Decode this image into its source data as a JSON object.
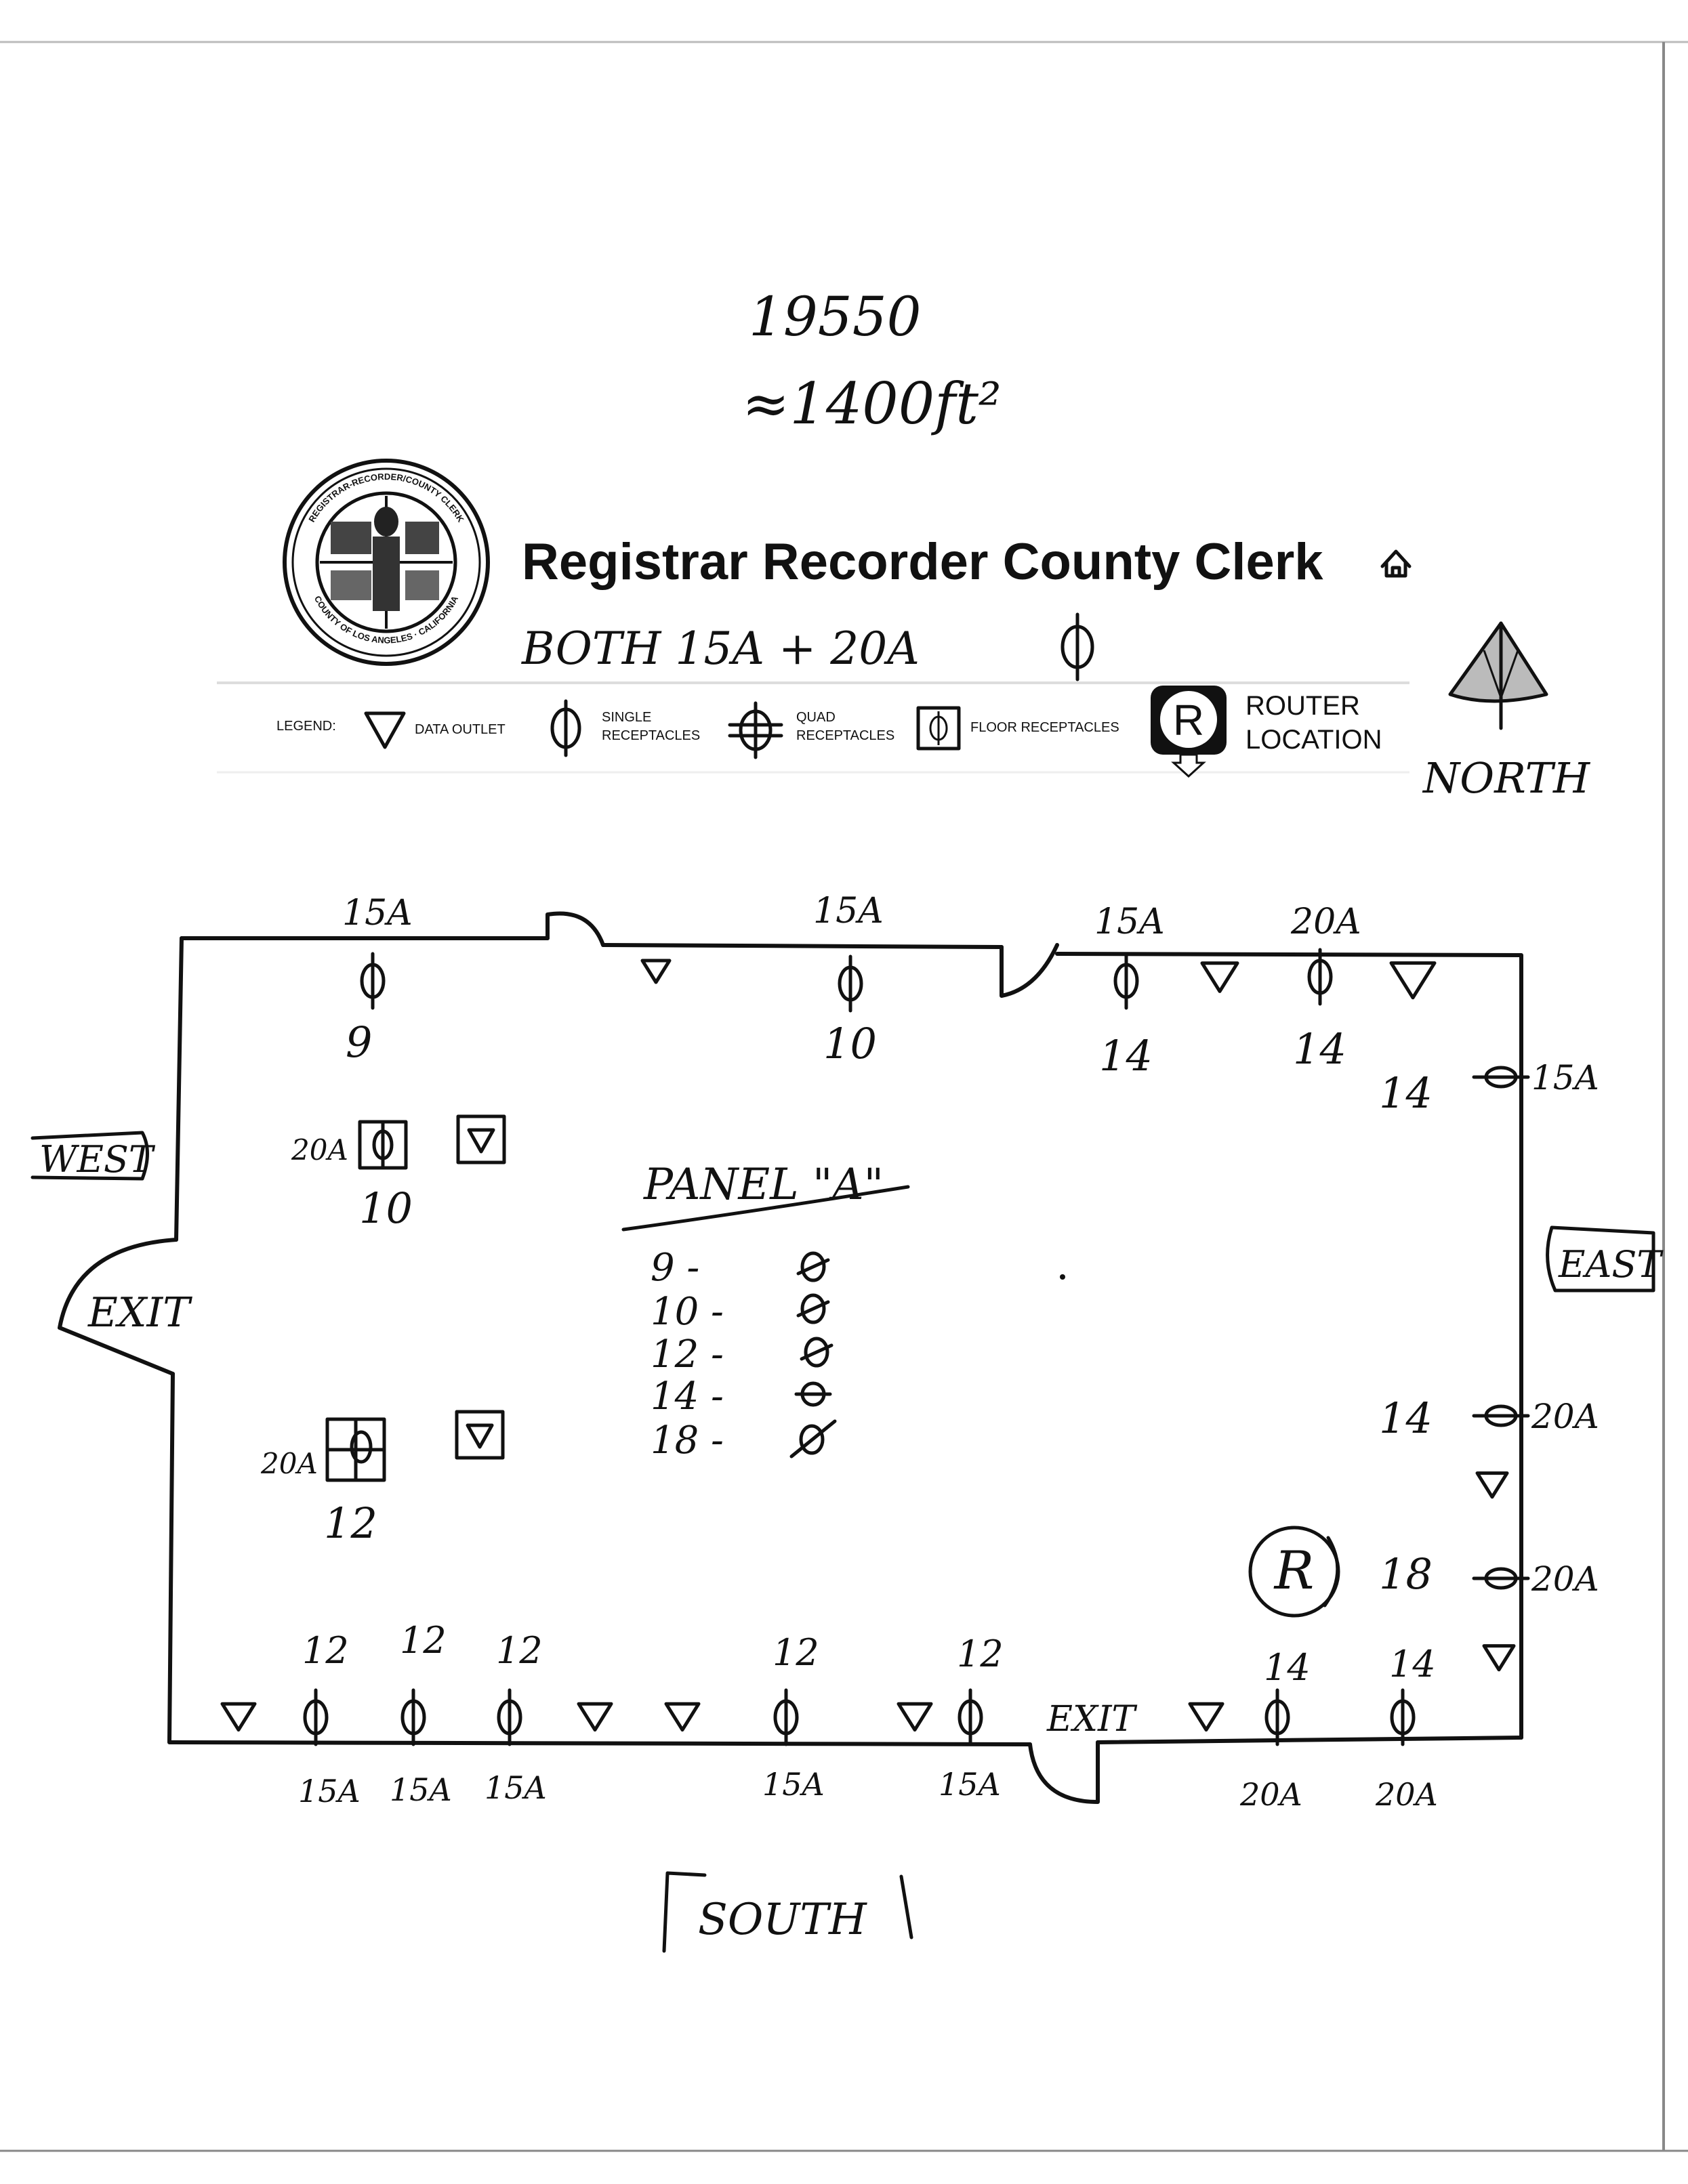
{
  "header": {
    "note_number": "19550",
    "note_area": "≈1400ft²",
    "org_title": "Registrar Recorder County Clerk",
    "both_note": "BOTH 15A + 20A",
    "seal_text_top": "REGISTRAR-RECORDER/COUNTY CLERK",
    "seal_text_bottom": "COUNTY OF LOS ANGELES · CALIFORNIA"
  },
  "legend": {
    "label": "LEGEND:",
    "data_outlet": "DATA OUTLET",
    "single_receptacles": [
      "SINGLE",
      "RECEPTACLES"
    ],
    "quad_receptacles": [
      "QUAD",
      "RECEPTACLES"
    ],
    "floor_receptacles": "FLOOR RECEPTACLES",
    "router_symbol": "R",
    "router_location": [
      "ROUTER",
      "LOCATION"
    ]
  },
  "compass": {
    "north": "NORTH",
    "south": "SOUTH",
    "east": "EAST",
    "west": "WEST"
  },
  "exits": {
    "west": "EXIT",
    "south": "EXIT"
  },
  "panel": {
    "title": "PANEL \"A\"",
    "circuits": [
      "9 -",
      "10 -",
      "12 -",
      "14 -",
      "18 -"
    ]
  },
  "outlets": {
    "north": [
      {
        "amp": "15A",
        "circuit": "9"
      },
      {
        "amp": "15A",
        "circuit": "10"
      },
      {
        "amp": "15A",
        "circuit": "14"
      },
      {
        "amp": "20A",
        "circuit": "14"
      }
    ],
    "east": [
      {
        "amp": "15A",
        "circuit": "14"
      },
      {
        "amp": "20A",
        "circuit": "14"
      },
      {
        "amp": "20A",
        "circuit": "18"
      }
    ],
    "south": [
      {
        "amp": "15A",
        "circuit": "12"
      },
      {
        "amp": "15A",
        "circuit": "12"
      },
      {
        "amp": "15A",
        "circuit": "12"
      },
      {
        "amp": "15A",
        "circuit": "12"
      },
      {
        "amp": "15A",
        "circuit": "12"
      },
      {
        "amp": "20A",
        "circuit": "14"
      },
      {
        "amp": "20A",
        "circuit": "14"
      }
    ],
    "floor": [
      {
        "amp": "20A",
        "circuit": "10"
      },
      {
        "amp": "20A",
        "circuit": "12"
      }
    ]
  },
  "router": {
    "symbol": "R"
  },
  "colors": {
    "ink": "#111111",
    "paper": "#ffffff",
    "legend_rule": "#dddddd"
  }
}
